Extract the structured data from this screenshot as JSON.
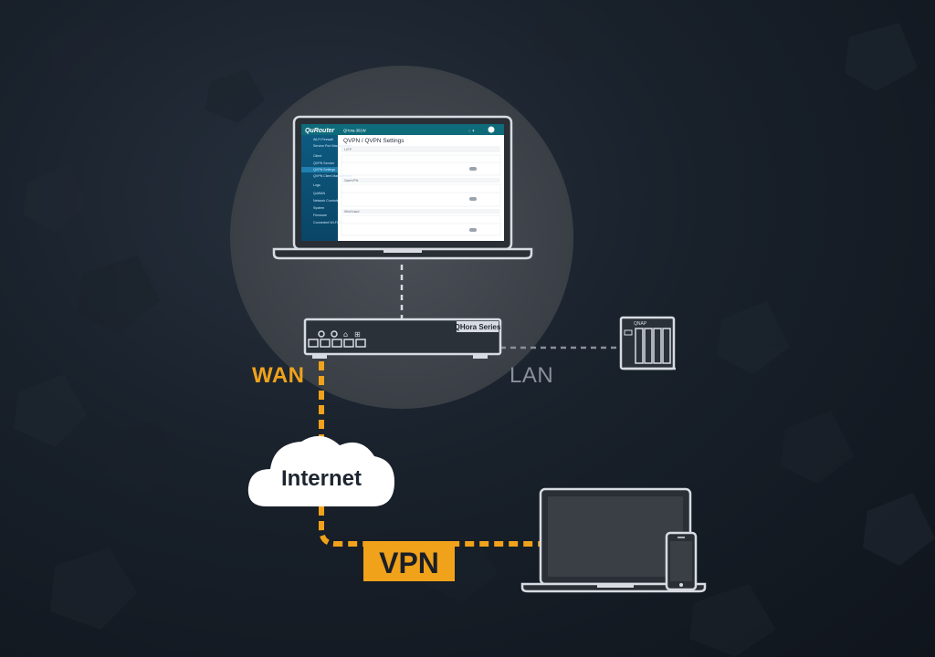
{
  "labels": {
    "wan": "WAN",
    "lan": "LAN",
    "internet": "Internet",
    "vpn": "VPN",
    "router_series": "QHora Series",
    "nas_brand": "QNAP"
  },
  "screen": {
    "logo": "QuRouter",
    "model": "QHora-301W",
    "page_title": "QVPN / QVPN Settings",
    "sidebar": [
      "Wi-Fi Firewall",
      "Service Port Management",
      "Client",
      "QVPN Service",
      "QVPN Settings",
      "QVPN Client Management",
      "Logs",
      "QuWAN",
      "Network Controls",
      "System",
      "Firmware",
      "Connected Wi-Fi Devices"
    ],
    "sections": [
      "L2TP",
      "OpenVPN",
      "WireGuard"
    ]
  },
  "colors": {
    "accent_orange": "#f0a21b",
    "background": "#141a22",
    "device_outline": "#d8dce2",
    "ui_header_teal": "#0e6b7a",
    "ui_sidebar": "#0b4f73"
  }
}
